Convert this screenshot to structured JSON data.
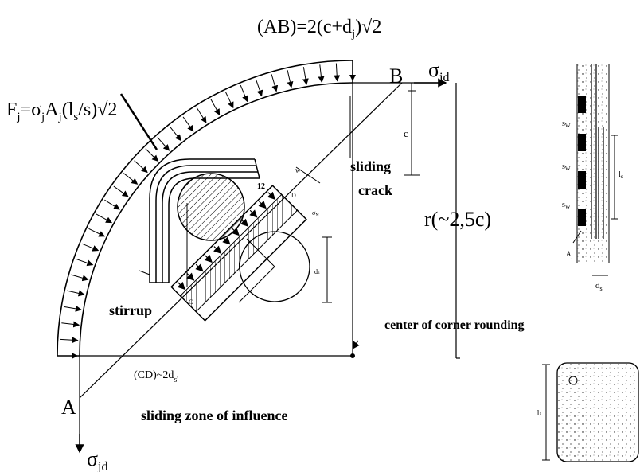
{
  "labels": {
    "ab_formula": {
      "pre": "(AB)=2(c+d",
      "sub": "j",
      "post": ")√2"
    },
    "fj_formula": {
      "F": "F",
      "F_sub": "j",
      "eq": "=σ",
      "sig_sub": "j",
      "A": "A",
      "A_sub": "j",
      "l": "(l",
      "l_sub": "s",
      "post": "/s)√2"
    },
    "point_a": "A",
    "point_b": "B",
    "point_c": "C",
    "point_d": "D",
    "sigma_jd_top": {
      "main": "σ",
      "sub": "jd"
    },
    "sigma_jd_bottom": {
      "main": "σ",
      "sub": "jd"
    },
    "c_dim": "c",
    "w_label": "w",
    "twelve_label": "12",
    "sigma_n": "σ",
    "sigma_n_sub": "N",
    "ds_label": "dₛ",
    "sliding_crack_1": "sliding",
    "sliding_crack_2": "crack",
    "radius_label": "r(~2,5c)",
    "stirrup": "stirrup",
    "center_label": "center of corner rounding",
    "cd_label": {
      "pre": "(CD)~2d",
      "sub": "s'"
    },
    "zone_label": "sliding zone of influence",
    "sw_1": {
      "main": "s",
      "sub": "W"
    },
    "sw_2": {
      "main": "s",
      "sub": "W"
    },
    "sw_3": {
      "main": "s",
      "sub": "W"
    },
    "ls_label": {
      "main": "l",
      "sub": "s"
    },
    "aj_label": {
      "main": "A",
      "sub": "j"
    },
    "ds_bottom": {
      "main": "d",
      "sub": "s"
    },
    "b_label": "b"
  }
}
